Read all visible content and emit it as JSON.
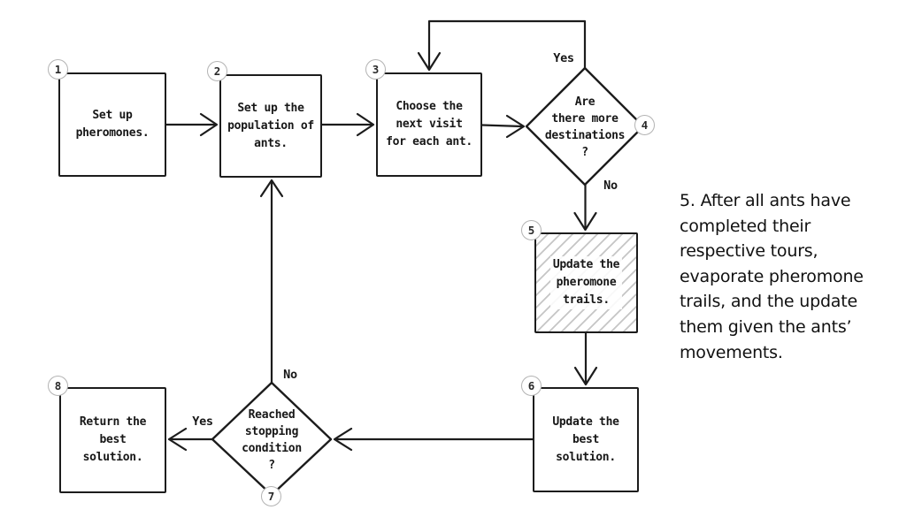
{
  "colors": {
    "ink": "#1c1c1c",
    "badge_border": "#b3b3b3",
    "hatch": "#c6c6c6",
    "background": "#ffffff"
  },
  "nodes": {
    "n1": {
      "badge": "1",
      "label": "Set up\npheromones."
    },
    "n2": {
      "badge": "2",
      "label": "Set up the\npopulation of\nants."
    },
    "n3": {
      "badge": "3",
      "label": "Choose the\nnext visit\nfor each ant."
    },
    "n4": {
      "badge": "4",
      "label": "Are\nthere more\ndestinations\n?"
    },
    "n5": {
      "badge": "5",
      "label": "Update the\npheromone\ntrails."
    },
    "n6": {
      "badge": "6",
      "label": "Update the\nbest\nsolution."
    },
    "n7": {
      "badge": "7",
      "label": "Reached\nstopping\ncondition\n?"
    },
    "n8": {
      "badge": "8",
      "label": "Return the\nbest\nsolution."
    }
  },
  "edge_labels": {
    "more_destinations_yes": "Yes",
    "more_destinations_no": "No",
    "stopping_yes": "Yes",
    "stopping_no": "No"
  },
  "sidenote": {
    "lines": [
      "5. After all ants have",
      "completed their",
      "respective tours,",
      "evaporate pheromone",
      "trails, and the update",
      "them given the ants’",
      "movements."
    ]
  }
}
